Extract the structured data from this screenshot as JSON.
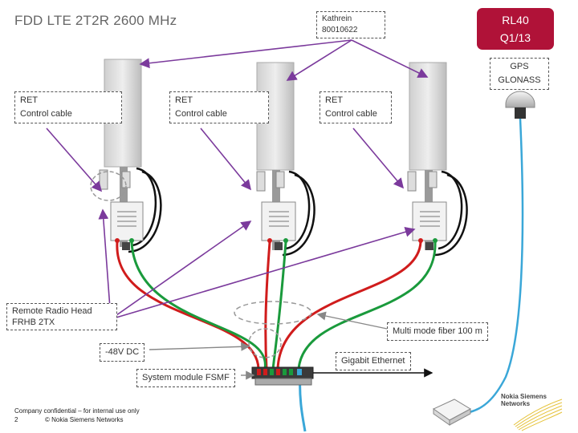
{
  "title": "FDD LTE 2T2R 2600 MHz",
  "release": {
    "line1": "RL40",
    "line2": "Q1/13"
  },
  "antenna_label": {
    "vendor": "Kathrein",
    "part": "80010622"
  },
  "gps_label": {
    "line1": "GPS",
    "line2": "GLONASS"
  },
  "ret_labels": [
    {
      "line1": "RET",
      "line2": "Control cable"
    },
    {
      "line1": "RET",
      "line2": "Control cable"
    },
    {
      "line1": "RET",
      "line2": "Control cable"
    }
  ],
  "rrh_label": {
    "line1": "Remote Radio Head",
    "line2": "FRHB 2TX"
  },
  "fiber_label": "Multi mode fiber 100 m",
  "dc_label": "-48V DC",
  "ethernet_label": "Gigabit Ethernet",
  "system_module_label": "System module FSMF",
  "footer": {
    "confidential": "Company confidential – for internal use only",
    "page": "2",
    "copyright": "© Nokia Siemens Networks"
  },
  "logo": {
    "line1": "Nokia Siemens",
    "line2": "Networks"
  },
  "colors": {
    "release_bg": "#b01238",
    "arrow": "#7b3a9c",
    "fiber_green": "#1a9a3c",
    "power_red": "#d01c1c",
    "gps_cable": "#3aa7d8"
  }
}
